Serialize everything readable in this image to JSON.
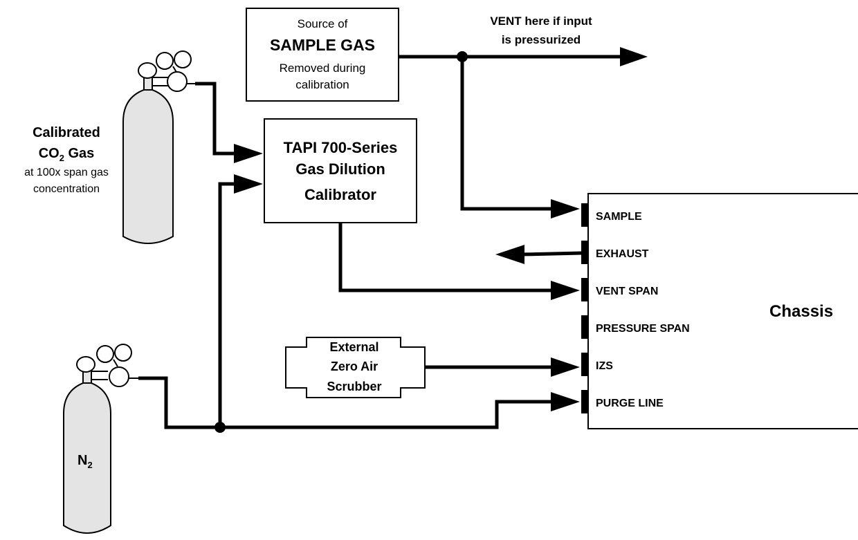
{
  "source": {
    "line1": "Source of",
    "line2": "SAMPLE GAS",
    "line3": "Removed during",
    "line4": "calibration"
  },
  "vent_note": {
    "line1": "VENT here if input",
    "line2": "is pressurized"
  },
  "co2_cylinder": {
    "line1": "Calibrated",
    "line2_main": "CO",
    "line2_sub": "2",
    "line2_tail": " Gas",
    "line3": "at 100x span gas",
    "line4": "concentration"
  },
  "calibrator": {
    "line1": "TAPI 700-Series",
    "line2": "Gas Dilution",
    "line3": "Calibrator"
  },
  "scrubber": {
    "line1": "External",
    "line2": "Zero Air",
    "line3": "Scrubber"
  },
  "n2_cylinder": {
    "main": "N",
    "sub": "2"
  },
  "chassis": {
    "label": "Chassis",
    "ports": [
      "SAMPLE",
      "EXHAUST",
      "VENT SPAN",
      "PRESSURE SPAN",
      "IZS",
      "PURGE LINE"
    ]
  }
}
